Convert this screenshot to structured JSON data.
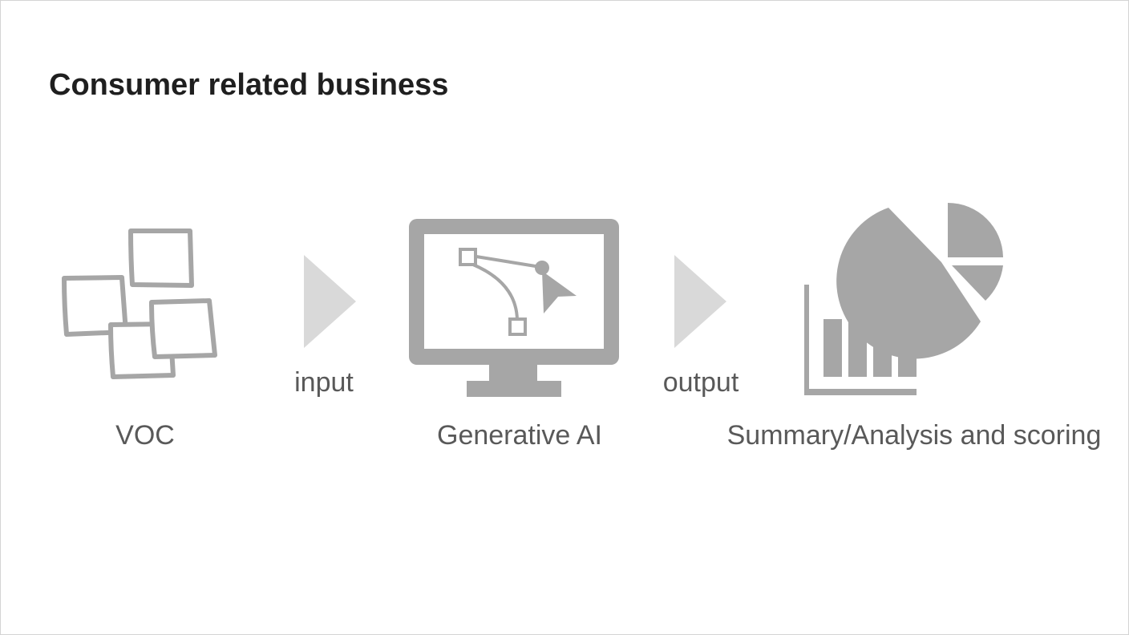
{
  "slide": {
    "title": "Consumer related business"
  },
  "flow": {
    "source_label": "VOC",
    "input_label": "input",
    "processor_label": "Generative AI",
    "output_label": "output",
    "result_label": "Summary/Analysis and scoring"
  },
  "icons": {
    "source": "sticky-notes-icon",
    "input_arrow": "triangle-right-icon",
    "processor": "monitor-vector-pen-icon",
    "output_arrow": "triangle-right-icon",
    "result": "bar-and-pie-chart-icon"
  },
  "colors": {
    "icon_gray": "#a6a6a6",
    "arrow_gray": "#d9d9d9",
    "title": "#1f1f1f",
    "label": "#595959"
  }
}
